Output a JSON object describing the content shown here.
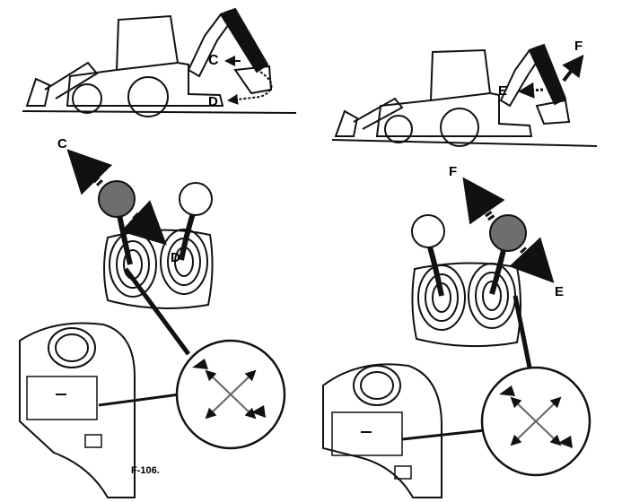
{
  "figure_caption": "F-106.",
  "left_panel": {
    "machine_labels": {
      "c": "C",
      "d": "D"
    },
    "lever_labels": {
      "c": "C",
      "d": "D"
    }
  },
  "right_panel": {
    "machine_labels": {
      "e": "E",
      "f": "F"
    },
    "lever_labels": {
      "e": "E",
      "f": "F"
    }
  },
  "colors": {
    "ink": "#111111",
    "active_knob": "#6e6e6e",
    "paper": "#ffffff"
  }
}
